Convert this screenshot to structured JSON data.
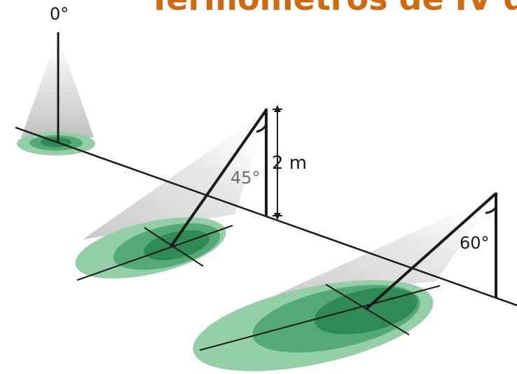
{
  "title": "Termómetros de IV de",
  "labels": {
    "angle_top": "0°",
    "angle_middle": "45°",
    "height": "2 m",
    "angle_right": "60°"
  },
  "colors": {
    "title": "#d06a0e",
    "line": "#1a1a1a",
    "ellipse_outer": "#94cfa8",
    "ellipse_mid": "#54aa76",
    "ellipse_inner": "#2f8a55",
    "cone": "#cfcfcf"
  }
}
